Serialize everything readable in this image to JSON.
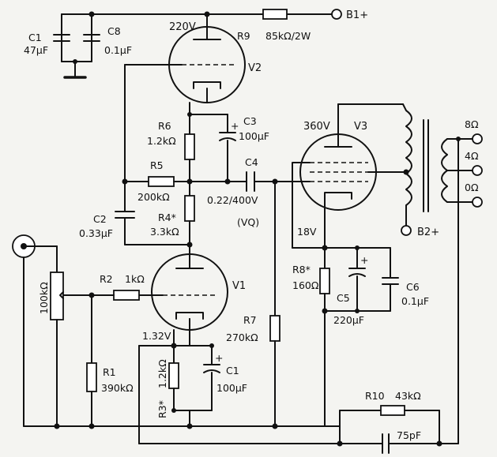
{
  "labels": {
    "c1_top_name": "C1",
    "c1_top_value": "47µF",
    "c8_name": "C8",
    "c8_value": "0.1µF",
    "v2_voltage": "220V",
    "r9_name": "R9",
    "r9_value": "85kΩ/2W",
    "b1_label": "B1+",
    "v2_name": "V2",
    "r6_name": "R6",
    "r6_value": "1.2kΩ",
    "c3_name": "C3",
    "c3_value": "100µF",
    "r5_name": "R5",
    "r5_value": "200kΩ",
    "c4_name": "C4",
    "c4_value": "0.22/400V",
    "c4_type": "(VQ)",
    "r4_name": "R4*",
    "r4_value": "3.3kΩ",
    "c2_name": "C2",
    "c2_value": "0.33µF",
    "v3_voltage": "360V",
    "v3_name": "V3",
    "out_8": "8Ω",
    "out_4": "4Ω",
    "out_0": "0Ω",
    "b2_label": "B2+",
    "cathode_v3_voltage": "18V",
    "r8_name": "R8*",
    "r8_value": "160Ω",
    "c5_name": "C5",
    "c5_value": "220µF",
    "c6_name": "C6",
    "c6_value": "0.1µF",
    "pot_value": "100kΩ",
    "r2_name": "R2",
    "r2_value": "1kΩ",
    "v1_name": "V1",
    "cathode_v1_voltage": "1.32V",
    "r7_name": "R7",
    "r7_value": "270kΩ",
    "r1_name": "R1",
    "r1_value": "390kΩ",
    "r3_value": "1.2kΩ",
    "r3_name": "R3*",
    "c1_bot_name": "C1",
    "c1_bot_value": "100µF",
    "r10_name": "R10",
    "r10_value": "43kΩ",
    "c7_value": "75pF"
  }
}
